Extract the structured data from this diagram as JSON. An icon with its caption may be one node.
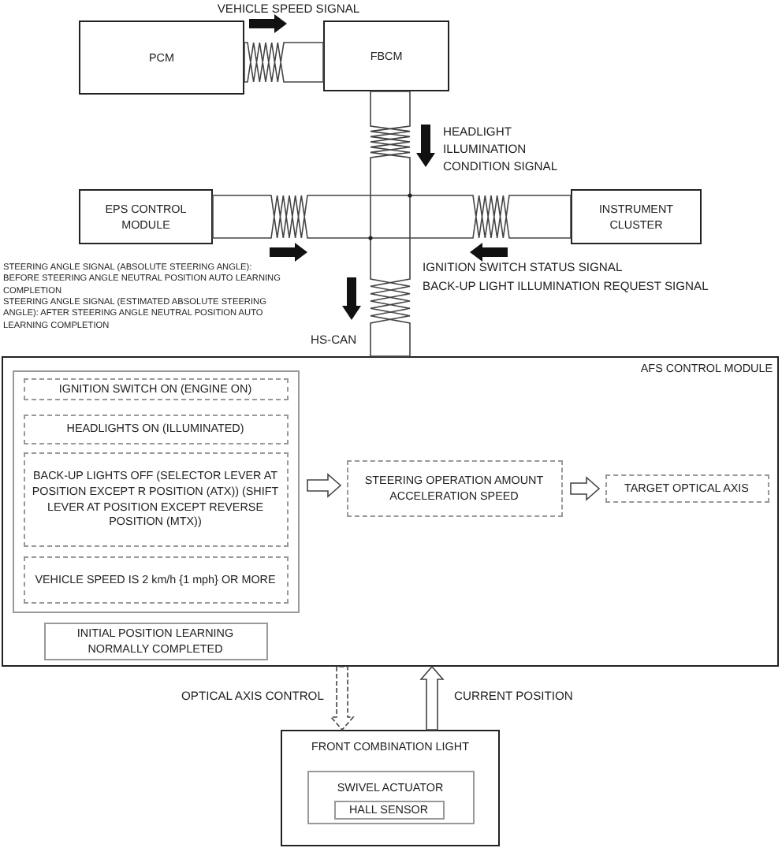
{
  "diagram": {
    "nodes": [
      {
        "text": [
          "PCM"
        ]
      },
      {
        "text": [
          "FBCM"
        ]
      },
      {
        "text": [
          "EPS CONTROL MODULE"
        ]
      },
      {
        "text": [
          "INSTRUMENT CLUSTER"
        ]
      },
      {
        "text": [
          "AFS CONTROL MODULE"
        ]
      },
      {
        "text": [],
        "shape": "box",
        "in": 4
      },
      {
        "text": [
          "IGNITION SWITCH ON (ENGINE ON)"
        ],
        "in": 5
      },
      {
        "text": [
          "HEADLIGHTS ON (ILLUMINATED)"
        ],
        "in": 5
      },
      {
        "text": [
          "BACK-UP LIGHTS OFF (SELECTOR LEVER AT POSITION EXCEPT R POSITION (ATX)) (SHIFT LEVER AT POSITION EXCEPT REVERSE POSITION (MTX))"
        ],
        "in": 5
      },
      {
        "text": [
          "VEHICLE SPEED IS 2 km/h {1 mph} OR MORE"
        ],
        "in": 5
      },
      {
        "text": [
          "INITIAL POSITION LEARNING NORMALLY COMPLETED"
        ],
        "in": 4
      },
      {
        "text": [
          "STEERING OPERATION AMOUNT ACCELERATION SPEED"
        ],
        "in": 4
      },
      {
        "text": [
          "TARGET OPTICAL AXIS"
        ],
        "in": 4
      },
      {
        "text": [
          "FRONT COMBINATION LIGHT"
        ]
      },
      {
        "text": [
          "SWIVEL ACTUATOR"
        ],
        "in": 13
      },
      {
        "text": [
          "HALL SENSOR"
        ],
        "in": 14
      }
    ],
    "edges": [
      {
        "from": 0,
        "to": 1,
        "arrow": "none"
      },
      {
        "from": 1,
        "to": 4,
        "arrow": "none"
      },
      {
        "from": 2,
        "to": 3,
        "arrow": "none"
      },
      {
        "from": 5,
        "to": 11,
        "arrow": "to"
      },
      {
        "from": 11,
        "to": 12,
        "arrow": "to"
      },
      {
        "from": 4,
        "to": 13,
        "arrow": "to",
        "label": "OPTICAL AXIS CONTROL",
        "style": "dashed"
      },
      {
        "from": 13,
        "to": 4,
        "arrow": "to",
        "label": "CURRENT POSITION"
      }
    ],
    "labels": [
      "VEHICLE SPEED SIGNAL",
      "HEADLIGHT ILLUMINATION CONDITION SIGNAL",
      "STEERING ANGLE SIGNAL (ABSOLUTE STEERING ANGLE): BEFORE STEERING ANGLE NEUTRAL POSITION AUTO LEARNING COMPLETION",
      "STEERING ANGLE SIGNAL (ESTIMATED ABSOLUTE STEERING ANGLE): AFTER STEERING ANGLE NEUTRAL POSITION AUTO LEARNING COMPLETION",
      "IGNITION SWITCH STATUS SIGNAL",
      "BACK-UP LIGHT ILLUMINATION REQUEST SIGNAL",
      "HS-CAN"
    ]
  }
}
